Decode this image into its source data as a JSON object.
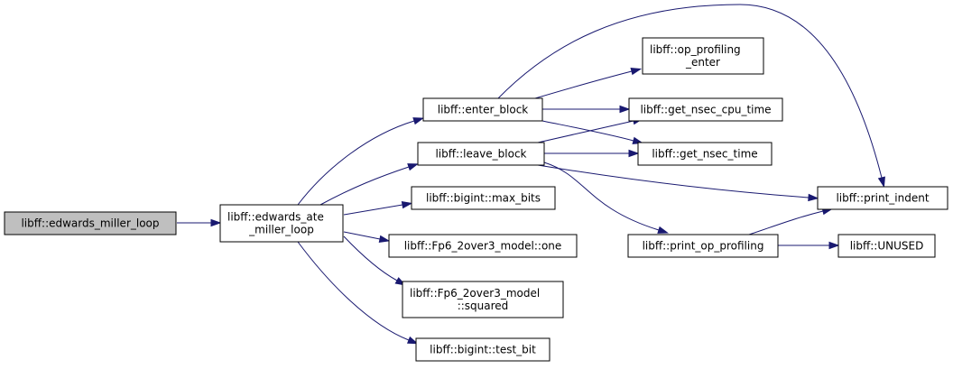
{
  "colors": {
    "edge": "#191970",
    "node_border": "#000000",
    "node_fill": "#ffffff",
    "root_fill": "#bfbfbf"
  },
  "nodes": [
    {
      "id": "edwards_miller_loop",
      "lines": [
        "libff::edwards_miller_loop"
      ],
      "root": true
    },
    {
      "id": "edwards_ate_miller_loop",
      "lines": [
        "libff::edwards_ate",
        "_miller_loop"
      ]
    },
    {
      "id": "enter_block",
      "lines": [
        "libff::enter_block"
      ]
    },
    {
      "id": "leave_block",
      "lines": [
        "libff::leave_block"
      ]
    },
    {
      "id": "max_bits",
      "lines": [
        "libff::bigint::max_bits"
      ]
    },
    {
      "id": "one",
      "lines": [
        "libff::Fp6_2over3_model::one"
      ]
    },
    {
      "id": "squared",
      "lines": [
        "libff::Fp6_2over3_model",
        "::squared"
      ]
    },
    {
      "id": "test_bit",
      "lines": [
        "libff::bigint::test_bit"
      ]
    },
    {
      "id": "op_profiling_enter",
      "lines": [
        "libff::op_profiling",
        "_enter"
      ]
    },
    {
      "id": "get_nsec_cpu_time",
      "lines": [
        "libff::get_nsec_cpu_time"
      ]
    },
    {
      "id": "get_nsec_time",
      "lines": [
        "libff::get_nsec_time"
      ]
    },
    {
      "id": "print_op_profiling",
      "lines": [
        "libff::print_op_profiling"
      ]
    },
    {
      "id": "print_indent",
      "lines": [
        "libff::print_indent"
      ]
    },
    {
      "id": "UNUSED",
      "lines": [
        "libff::UNUSED"
      ]
    }
  ],
  "edges": [
    {
      "from": "edwards_miller_loop",
      "to": "edwards_ate_miller_loop"
    },
    {
      "from": "edwards_ate_miller_loop",
      "to": "enter_block"
    },
    {
      "from": "edwards_ate_miller_loop",
      "to": "leave_block"
    },
    {
      "from": "edwards_ate_miller_loop",
      "to": "max_bits"
    },
    {
      "from": "edwards_ate_miller_loop",
      "to": "one"
    },
    {
      "from": "edwards_ate_miller_loop",
      "to": "squared"
    },
    {
      "from": "edwards_ate_miller_loop",
      "to": "test_bit"
    },
    {
      "from": "enter_block",
      "to": "op_profiling_enter"
    },
    {
      "from": "enter_block",
      "to": "get_nsec_cpu_time"
    },
    {
      "from": "enter_block",
      "to": "get_nsec_time"
    },
    {
      "from": "enter_block",
      "to": "print_indent"
    },
    {
      "from": "leave_block",
      "to": "get_nsec_cpu_time"
    },
    {
      "from": "leave_block",
      "to": "get_nsec_time"
    },
    {
      "from": "leave_block",
      "to": "print_indent"
    },
    {
      "from": "leave_block",
      "to": "print_op_profiling"
    },
    {
      "from": "print_op_profiling",
      "to": "print_indent"
    },
    {
      "from": "print_op_profiling",
      "to": "UNUSED"
    }
  ]
}
